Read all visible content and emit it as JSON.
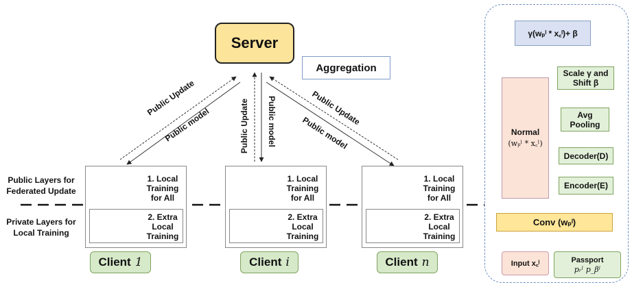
{
  "server": {
    "label": "Server"
  },
  "aggregation": {
    "label": "Aggregation"
  },
  "arrows": {
    "public_update": "Public Update",
    "public_model": "Public model"
  },
  "left_labels": {
    "public_layers": "Public Layers for Federated Update",
    "private_layers": "Private Layers for Local Training"
  },
  "client_boxes": {
    "local_training": "1. Local Training for All",
    "extra_training": "2. Extra Local Training"
  },
  "clients": [
    {
      "name": "Client",
      "index": "1"
    },
    {
      "name": "Client",
      "index": "i"
    },
    {
      "name": "Client",
      "index": "n"
    }
  ],
  "panel": {
    "top_formula": "γ(wₚˡ * x꜀ˡ)+ β",
    "normal_label": "Normal",
    "normal_formula": "(wₚˡ * x꜀ˡ)",
    "scale_shift": "Scale γ and Shift β",
    "avg_pooling": "Avg Pooling",
    "decoder": "Decoder(D)",
    "encoder": "Encoder(E)",
    "conv": "Conv (wₚˡ)",
    "input": "Input x꜀ˡ",
    "passport_title": "Passport",
    "passport_values": "pᵣˡ  p_βˡ"
  },
  "colors": {
    "server_fill": "#fde49b",
    "client_name_fill": "#d6e9c9",
    "node_blue": "#4472c4",
    "node_green": "#a9d18e",
    "panel_border": "#6e8dc0",
    "conv_fill": "#ffe699",
    "normal_fill": "#fbe3d7",
    "green_fill": "#e2f0d9",
    "formula_fill": "#d9e1f2",
    "up_arrow": "#4472c4"
  }
}
